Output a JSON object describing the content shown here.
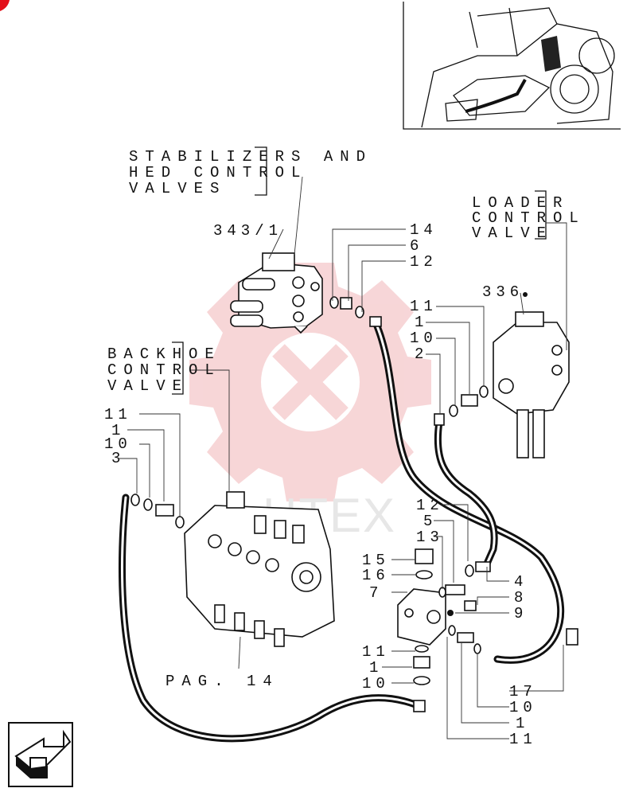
{
  "colors": {
    "watermark": "#f1b5b8",
    "ink": "#111111",
    "corner": "#e3101a"
  },
  "watermark": {
    "text": "HTEX"
  },
  "labels": {
    "stabilizers": [
      "STABILIZERS AND",
      "HED CONTROL",
      "VALVES"
    ],
    "loader": [
      "LOADER",
      "CONTROL",
      "VALVE"
    ],
    "backhoe": [
      "BACKHOE",
      "CONTROL",
      "VALVE"
    ]
  },
  "refs": {
    "r343": "343/1",
    "r336": "336",
    "pag": "PAG. 14"
  },
  "callouts": {
    "top14": "14",
    "top6": "6",
    "top12": "12",
    "l11": "11",
    "l1": "1",
    "l10": "10",
    "l2": "2",
    "b11": "11",
    "b1": "1",
    "b10": "10",
    "b3": "3",
    "m12": "12",
    "m5": "5",
    "m13": "13",
    "m15": "15",
    "m16": "16",
    "m7": "7",
    "m4": "4",
    "m8": "8",
    "m9": "9",
    "bot11": "11",
    "bot1": "1",
    "bot10": "10",
    "r17": "17",
    "r10": "10",
    "r1": "1",
    "r11": "11"
  },
  "nav": {
    "icon": "next-page-arrow-icon"
  }
}
